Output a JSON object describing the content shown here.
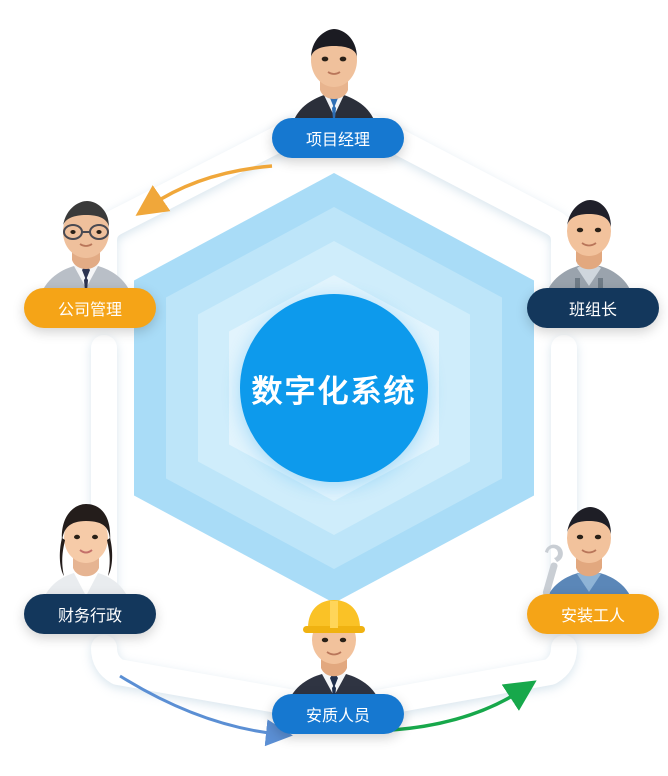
{
  "diagram": {
    "type": "hexagonal-role-hub",
    "center": {
      "label": "数字化系统",
      "shape": "circle",
      "color": "#0d9aec",
      "text_color": "#ffffff"
    },
    "rings": [
      {
        "name": "hex-outer",
        "color": "#a9dcf7"
      },
      {
        "name": "hex-mid",
        "color": "#bde5f9"
      },
      {
        "name": "hex-inner",
        "color": "#cfedfb"
      },
      {
        "name": "hex-core",
        "color": "#e2f4fd"
      }
    ],
    "nodes": [
      {
        "id": "project-manager",
        "label": "项目经理",
        "position": "top",
        "pill_color": "#1678d0",
        "photo_alt": "男性项目经理，深色西装白衬衫蓝领带"
      },
      {
        "id": "company-management",
        "label": "公司管理",
        "position": "top-left",
        "pill_color": "#f5a417",
        "photo_alt": "戴眼镜的中年男性管理者，白衬衫深色领带"
      },
      {
        "id": "team-leader",
        "label": "班组长",
        "position": "top-right",
        "pill_color": "#13375c",
        "photo_alt": "青年男性班组长，灰色工装背带裤"
      },
      {
        "id": "finance-admin",
        "label": "财务行政",
        "position": "bottom-left",
        "pill_color": "#13375c",
        "photo_alt": "女性财务行政人员，白衬衫职业装"
      },
      {
        "id": "installation-worker",
        "label": "安装工人",
        "position": "bottom-right",
        "pill_color": "#f5a417",
        "photo_alt": "青年男性安装工人，蓝色工装手持扳手"
      },
      {
        "id": "safety-quality",
        "label": "安质人员",
        "position": "bottom",
        "pill_color": "#1678d0",
        "photo_alt": "戴黄色安全帽的男性安质人员，白衬衫深色领带"
      }
    ],
    "arrows": [
      {
        "id": "arrow-top",
        "from": "project-manager",
        "to": "company-management",
        "color": "#f0a73a",
        "direction": "right-to-left"
      },
      {
        "id": "arrow-bottom-right",
        "from": "safety-quality",
        "to": "installation-worker",
        "color": "#17a84b",
        "direction": "left-to-right"
      },
      {
        "id": "arrow-bottom-left",
        "from": "finance-admin",
        "to": "safety-quality",
        "color": "#5b8fd4",
        "direction": "left-to-right"
      }
    ],
    "connectors": {
      "color": "#ffffff",
      "shadow": "rgba(160,190,215,0.35)",
      "description": "白色粗连接带沿六边形外缘连接六个角色节点"
    }
  }
}
